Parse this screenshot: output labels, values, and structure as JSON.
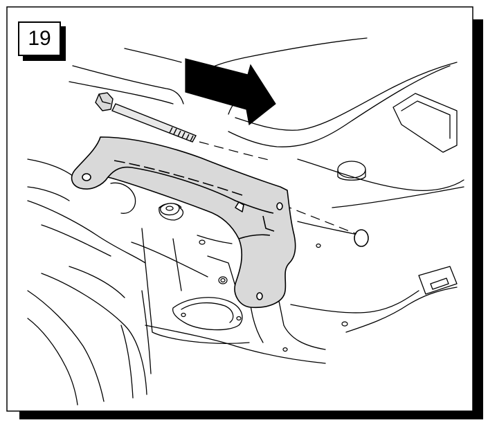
{
  "step": {
    "number": "19"
  },
  "colors": {
    "ink": "#000000",
    "paper": "#ffffff",
    "part_fill": "#d9d9d9",
    "shadow": "#000000"
  },
  "icons": [
    "direction-arrow",
    "hex-bolt",
    "mounting-bracket",
    "mounting-hole"
  ]
}
